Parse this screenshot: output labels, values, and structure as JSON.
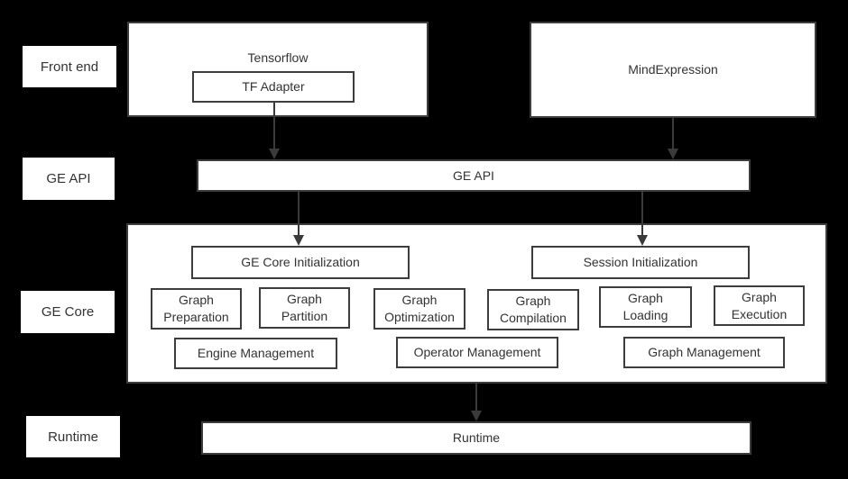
{
  "diagram": {
    "title": "GE architecture diagram",
    "colors": {
      "background": "#000000",
      "box_fill": "#ffffff",
      "border": "#3d3d3d",
      "text": "#333333",
      "arrow": "#3a3a3a"
    },
    "row_labels": [
      "Front end",
      "GE API",
      "GE Core",
      "Runtime"
    ],
    "front_end": {
      "tensorflow": "Tensorflow",
      "tf_adapter": "TF Adapter",
      "mind_expression": "MindExpression"
    },
    "ge_api_bar": "GE API",
    "ge_core": {
      "ge_core_initialization": "GE Core Initialization",
      "session_initialization": "Session Initialization",
      "stages": [
        "Graph\nPreparation",
        "Graph\nPartition",
        "Graph\nOptimization",
        "Graph\nCompilation",
        "Graph\nLoading",
        "Graph\nExecution"
      ],
      "management": [
        "Engine Management",
        "Operator Management",
        "Graph Management"
      ]
    },
    "runtime_bar": "Runtime"
  }
}
